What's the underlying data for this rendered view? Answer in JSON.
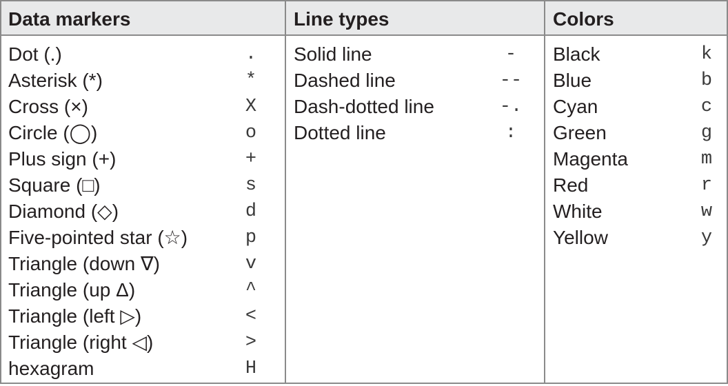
{
  "columns": [
    {
      "title": "Data markers",
      "rows": [
        {
          "label": "Dot (.)",
          "code": "."
        },
        {
          "label": "Asterisk (*)",
          "code": "*"
        },
        {
          "label": "Cross (×)",
          "code": "X"
        },
        {
          "label": "Circle (◯)",
          "code": "o"
        },
        {
          "label": "Plus sign (+)",
          "code": "+"
        },
        {
          "label": "Square (□)",
          "code": "s"
        },
        {
          "label": "Diamond (◇)",
          "code": "d"
        },
        {
          "label": "Five-pointed star (☆)",
          "code": "p"
        },
        {
          "label": "Triangle (down ∇)",
          "code": "v"
        },
        {
          "label": "Triangle (up Δ)",
          "code": "^"
        },
        {
          "label": "Triangle (left ▷)",
          "code": "<"
        },
        {
          "label": "Triangle (right ◁)",
          "code": ">"
        },
        {
          "label": "hexagram",
          "code": "H"
        }
      ]
    },
    {
      "title": "Line types",
      "rows": [
        {
          "label": "Solid line",
          "code": "-"
        },
        {
          "label": "Dashed line",
          "code": "--"
        },
        {
          "label": "Dash-dotted line",
          "code": "-."
        },
        {
          "label": "Dotted line",
          "code": ":"
        }
      ]
    },
    {
      "title": "Colors",
      "rows": [
        {
          "label": "Black",
          "code": "k"
        },
        {
          "label": "Blue",
          "code": "b"
        },
        {
          "label": "Cyan",
          "code": "c"
        },
        {
          "label": "Green",
          "code": "g"
        },
        {
          "label": "Magenta",
          "code": "m"
        },
        {
          "label": "Red",
          "code": "r"
        },
        {
          "label": "White",
          "code": "w"
        },
        {
          "label": "Yellow",
          "code": "y"
        }
      ]
    }
  ],
  "colors": {
    "header_background": "#e8e9ea",
    "border": "#8a8a8a",
    "text": "#231f20"
  }
}
